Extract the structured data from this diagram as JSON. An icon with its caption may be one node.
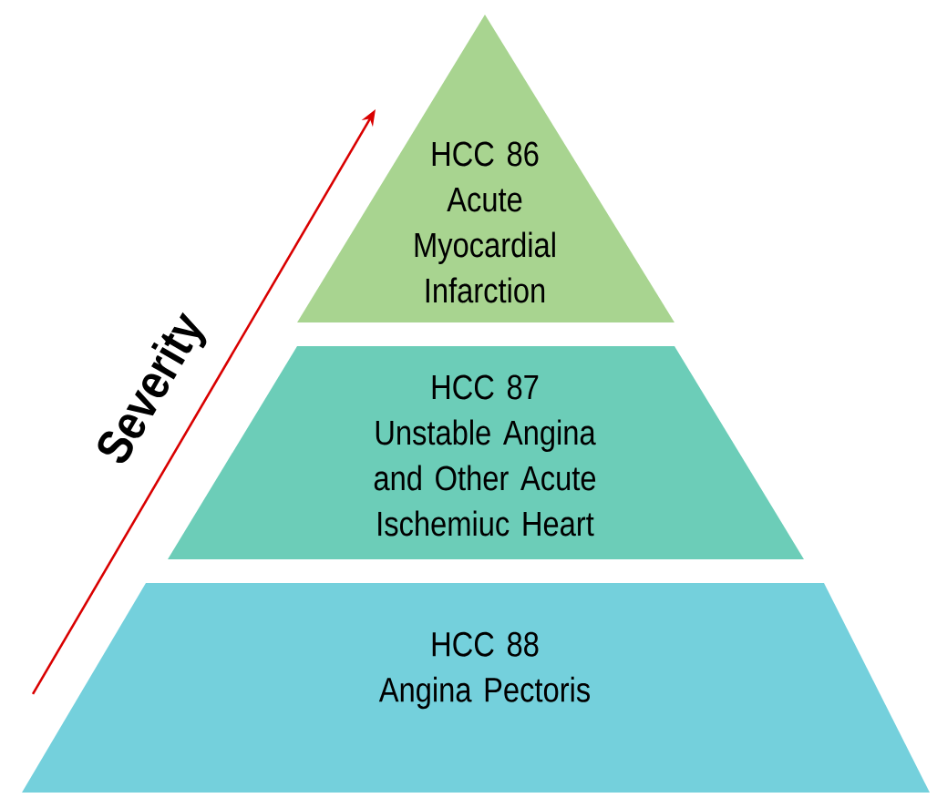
{
  "diagram": {
    "nodes": [
      {
        "text": [
          "HCC 86",
          "Acute Myocardial Infarction"
        ]
      },
      {
        "text": [
          "HCC 87",
          "Unstable Angina and Other Acute Ischemiuc Heart"
        ]
      },
      {
        "text": [
          "HCC 88",
          "Angina Pectoris"
        ]
      }
    ],
    "labels": [
      "Severity"
    ]
  }
}
